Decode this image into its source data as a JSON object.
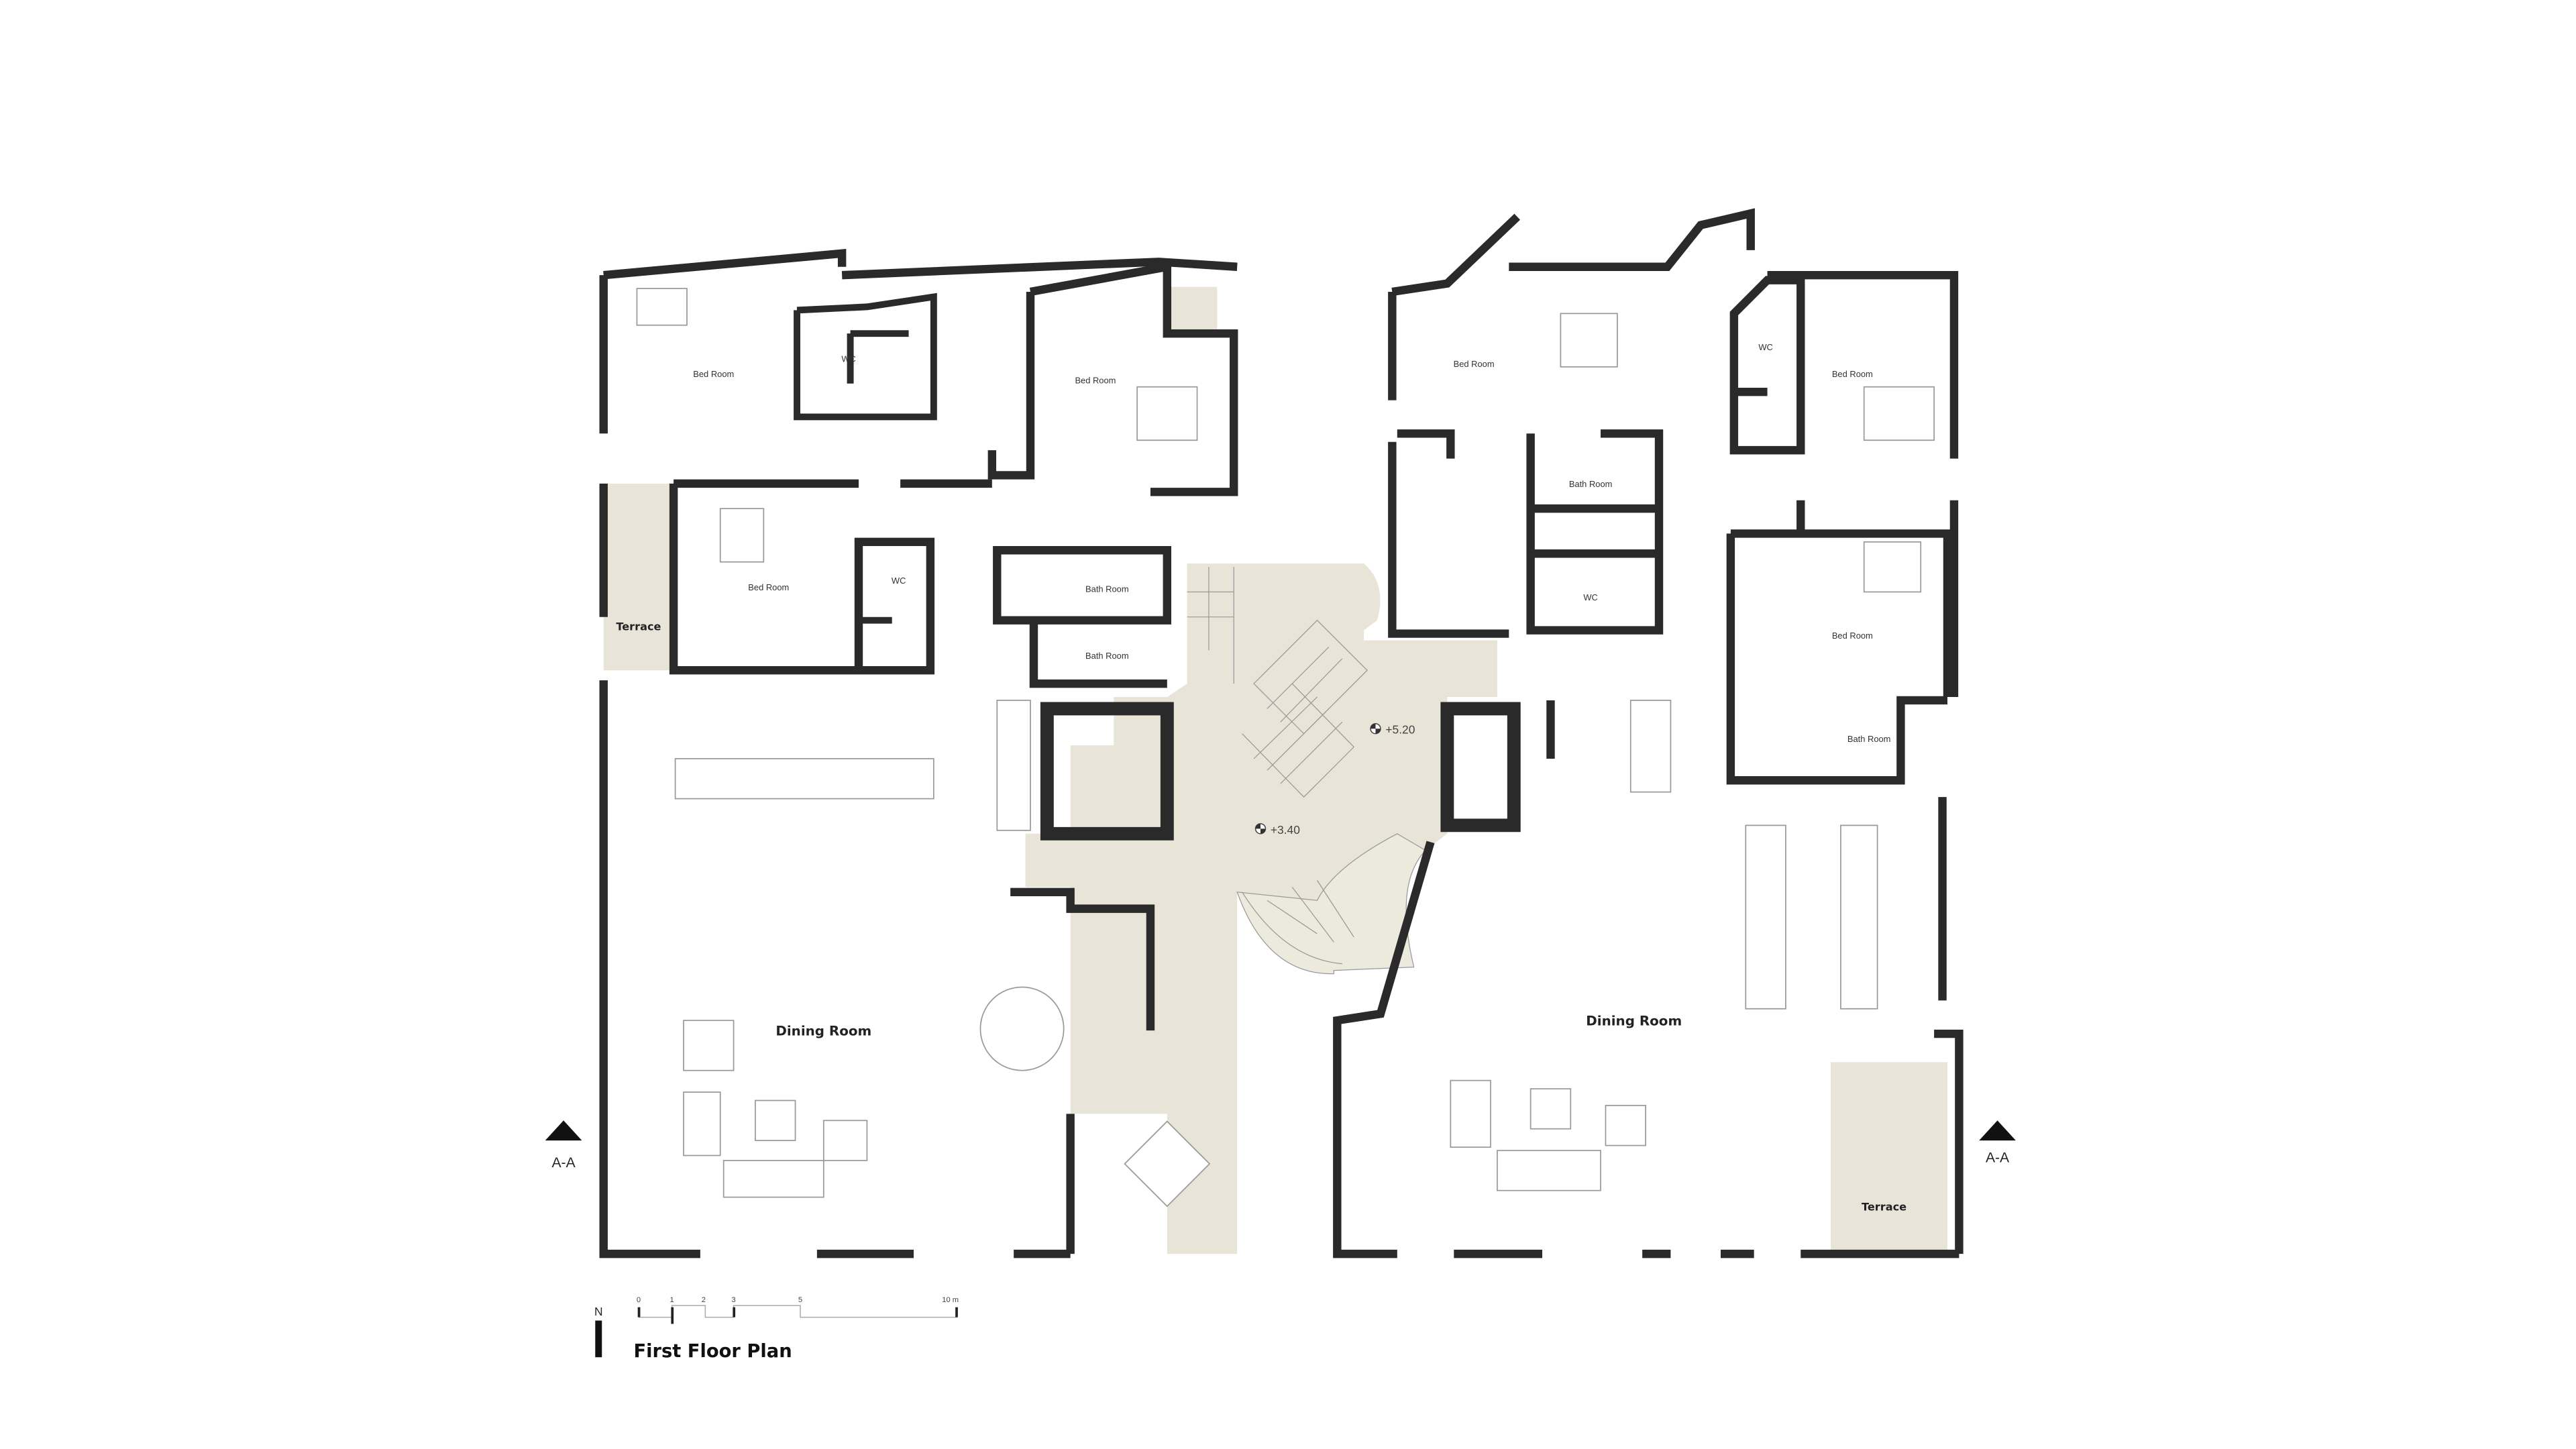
{
  "title": "First Floor Plan",
  "north_label": "N",
  "section_marker": "A-A",
  "scale_bar": {
    "ticks": [
      "0",
      "1",
      "2",
      "3",
      "5",
      "10 m"
    ]
  },
  "colors": {
    "wall": "#2a2a2a",
    "circulation": "#e8e5d8",
    "background": "#ffffff"
  },
  "levels": [
    "+5.20",
    "+3.40"
  ],
  "left_unit": {
    "rooms": [
      "Bed Room",
      "WC",
      "Bed Room",
      "Bed Room",
      "WC",
      "Terrace",
      "Bath Room",
      "Bath Room",
      "Dining Room"
    ]
  },
  "right_unit": {
    "rooms": [
      "Bed Room",
      "Bath Room",
      "WC",
      "WC",
      "Bed Room",
      "Bed Room",
      "Bath Room",
      "Dining Room",
      "Terrace"
    ]
  }
}
